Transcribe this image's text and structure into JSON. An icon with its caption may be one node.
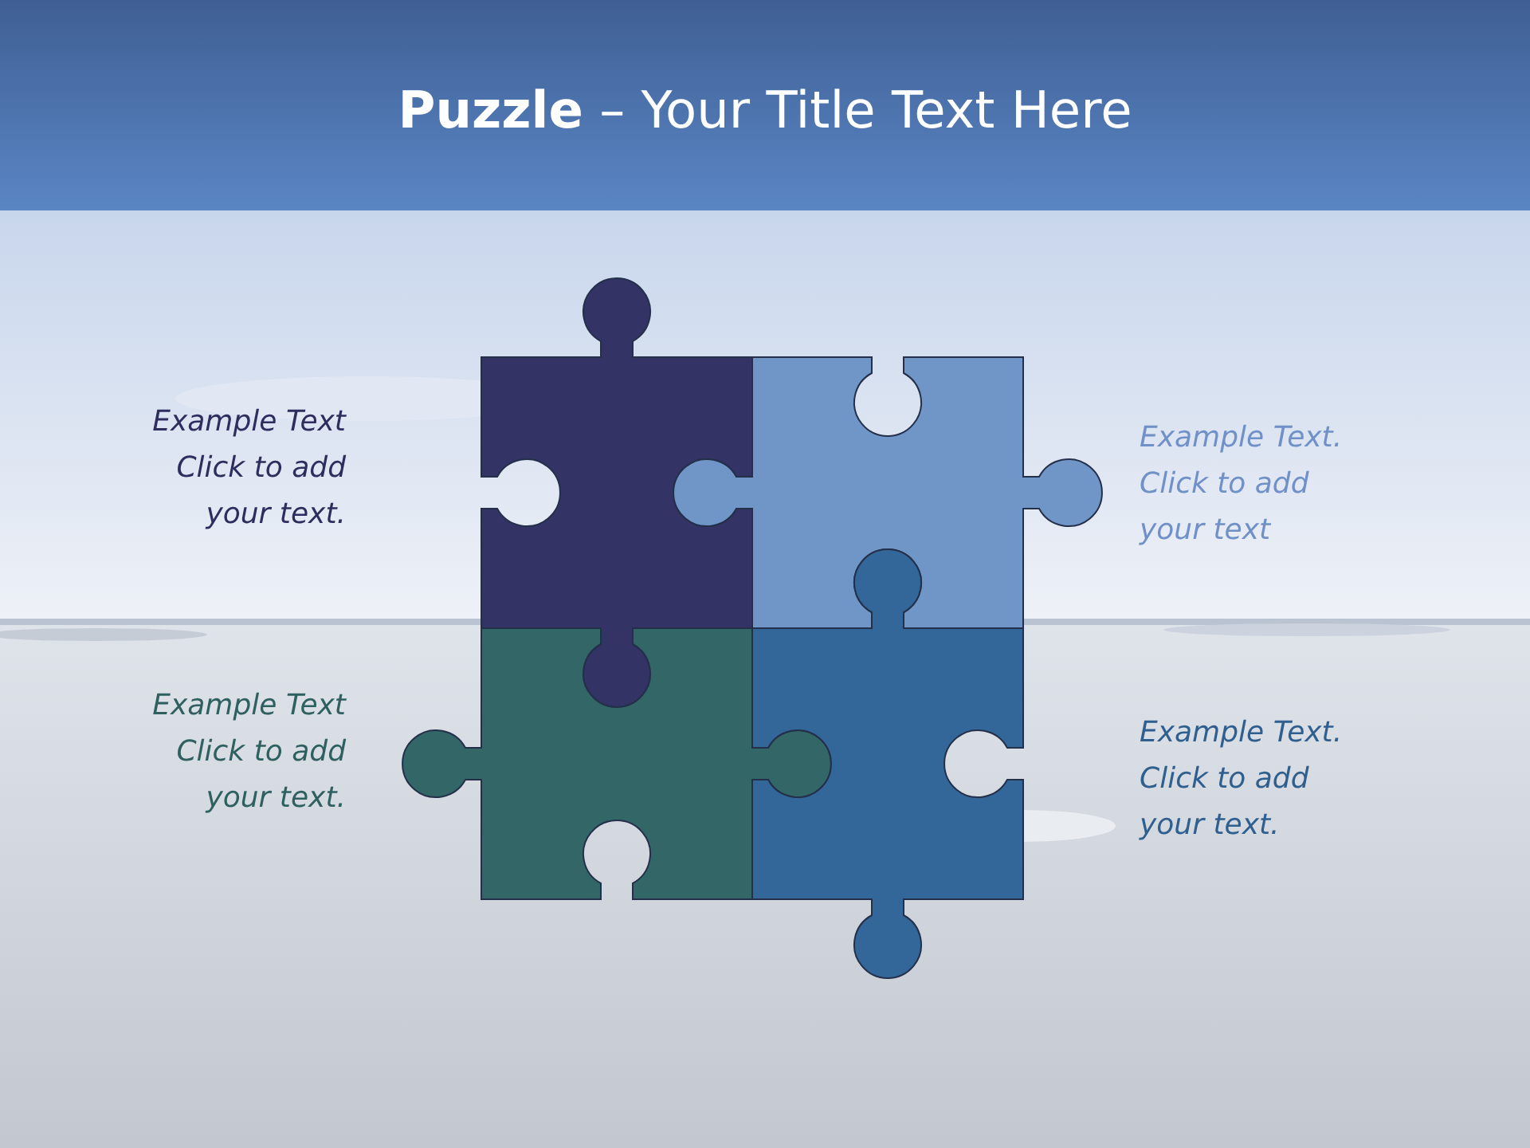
{
  "diagram": {
    "title": "**Puzzle** – Your Title Text Here",
    "labels": [
      "Example Text Click to add your text.",
      "Example Text. Click to add your text",
      "Example Text Click to add your text.",
      "Example Text. Click to add your text."
    ]
  }
}
